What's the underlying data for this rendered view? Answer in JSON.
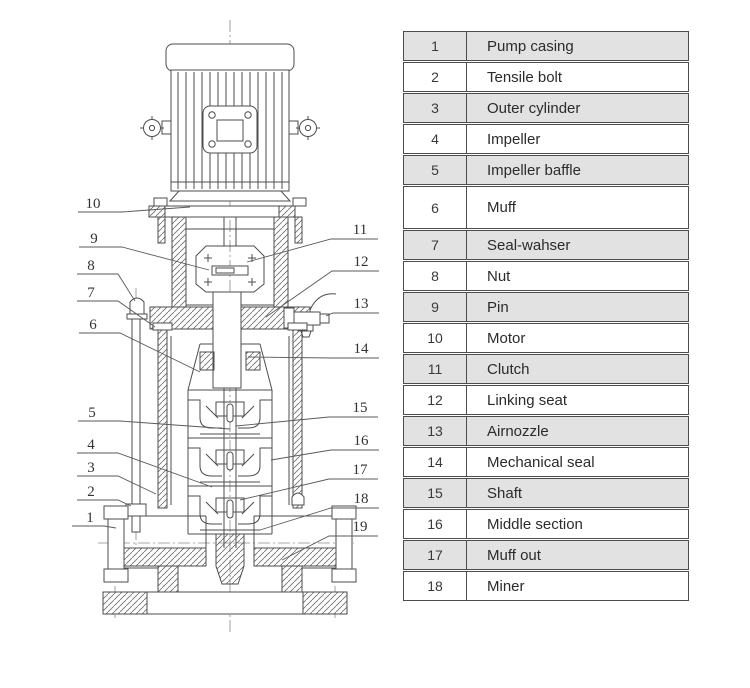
{
  "table": {
    "rows": [
      {
        "num": "1",
        "name": "Pump casing"
      },
      {
        "num": "2",
        "name": "Tensile bolt"
      },
      {
        "num": "3",
        "name": "Outer cylinder"
      },
      {
        "num": "4",
        "name": "Impeller"
      },
      {
        "num": "5",
        "name": "Impeller baffle"
      },
      {
        "num": "6",
        "name": "Muff"
      },
      {
        "num": "7",
        "name": "Seal-wahser"
      },
      {
        "num": "8",
        "name": "Nut"
      },
      {
        "num": "9",
        "name": "Pin"
      },
      {
        "num": "10",
        "name": "Motor"
      },
      {
        "num": "11",
        "name": "Clutch"
      },
      {
        "num": "12",
        "name": "Linking seat"
      },
      {
        "num": "13",
        "name": "Airnozzle"
      },
      {
        "num": "14",
        "name": "Mechanical seal"
      },
      {
        "num": "15",
        "name": "Shaft"
      },
      {
        "num": "16",
        "name": "Middle section"
      },
      {
        "num": "17",
        "name": "Muff out"
      },
      {
        "num": "18",
        "name": "Miner"
      }
    ]
  },
  "diagram": {
    "callouts": [
      "1",
      "2",
      "3",
      "4",
      "5",
      "6",
      "7",
      "8",
      "9",
      "10",
      "11",
      "12",
      "13",
      "14",
      "15",
      "16",
      "17",
      "18",
      "19"
    ]
  },
  "colors": {
    "row_shade": "#e2e2e2",
    "line": "#4d4d4d",
    "text": "#333333"
  }
}
